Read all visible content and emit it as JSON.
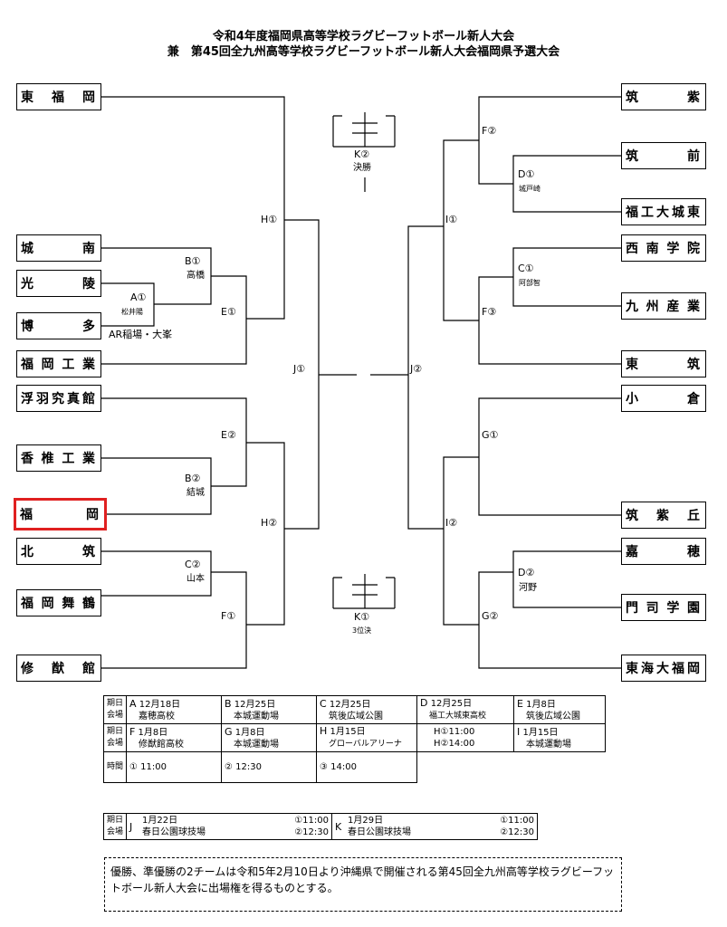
{
  "title": {
    "line1": "令和4年度福岡県高等学校ラグビーフットボール新人大会",
    "line2": "兼　第45回全九州高等学校ラグビーフットボール新人大会福岡県予選大会"
  },
  "teams_left": [
    "東福岡",
    "城南",
    "光陵",
    "博多",
    "福岡工業",
    "浮羽究真館",
    "香椎工業",
    "福岡",
    "北筑",
    "福岡舞鶴",
    "修猷館"
  ],
  "teams_right": [
    "筑紫",
    "筑前",
    "福工大城東",
    "西南学院",
    "九州産業",
    "東筑",
    "小倉",
    "筑紫丘",
    "嘉穂",
    "門司学園",
    "東海大福岡"
  ],
  "selected_team": "福岡",
  "matches": {
    "A1": "A①",
    "A1_venue": "松井陽",
    "A1_ref": "AR稲場・大峯",
    "B1": "B①",
    "B1_venue": "高橋",
    "E1": "E①",
    "E2": "E②",
    "B2": "B②",
    "B2_venue": "結城",
    "C2": "C②",
    "C2_venue": "山本",
    "F1": "F①",
    "H1": "H①",
    "H2": "H②",
    "J1": "J①",
    "J2": "J②",
    "K2": "K②",
    "K2_name": "決勝",
    "K1": "K①",
    "K1_name": "3位決",
    "F2": "F②",
    "D1": "D①",
    "D1_venue": "城戸崎",
    "I1": "I①",
    "C1": "C①",
    "C1_venue": "阿部智",
    "F3": "F③",
    "G1": "G①",
    "I2": "I②",
    "D2": "D②",
    "D2_venue": "河野",
    "G2": "G②"
  },
  "schedule": {
    "label_date": "期日",
    "label_venue": "会場",
    "label_time": "時間",
    "row1": [
      {
        "key": "A",
        "date": "12月18日",
        "venue": "嘉穂高校"
      },
      {
        "key": "B",
        "date": "12月25日",
        "venue": "本城運動場"
      },
      {
        "key": "C",
        "date": "12月25日",
        "venue": "筑後広域公園"
      },
      {
        "key": "D",
        "date": "12月25日",
        "venue": "福工大城東高校"
      },
      {
        "key": "E",
        "date": "1月8日",
        "venue": "筑後広域公園"
      }
    ],
    "row2": [
      {
        "key": "F",
        "date": "1月8日",
        "venue": "修猷館高校"
      },
      {
        "key": "G",
        "date": "1月8日",
        "venue": "本城運動場"
      },
      {
        "key": "H",
        "date": "1月15日",
        "venue": "グローバルアリーナ"
      },
      {
        "key": "",
        "date": "H①11:00",
        "venue": "H②14:00"
      },
      {
        "key": "I",
        "date": "1月15日",
        "venue": "本城運動場"
      }
    ],
    "times": [
      "① 11:00",
      "② 12:30",
      "③ 14:00"
    ]
  },
  "schedule2": {
    "label_date": "期日",
    "label_venue": "会場",
    "J": {
      "key": "J",
      "date": "1月22日",
      "venue": "春日公園球技場",
      "t1": "①11:00",
      "t2": "②12:30"
    },
    "K": {
      "key": "K",
      "date": "1月29日",
      "venue": "春日公園球技場",
      "t1": "①11:00",
      "t2": "②12:30"
    }
  },
  "notes": "優勝、準優勝の2チームは令和5年2月10日より沖縄県で開催される第45回全九州高等学校ラグビーフットボール新人大会に出場権を得るものとする。"
}
